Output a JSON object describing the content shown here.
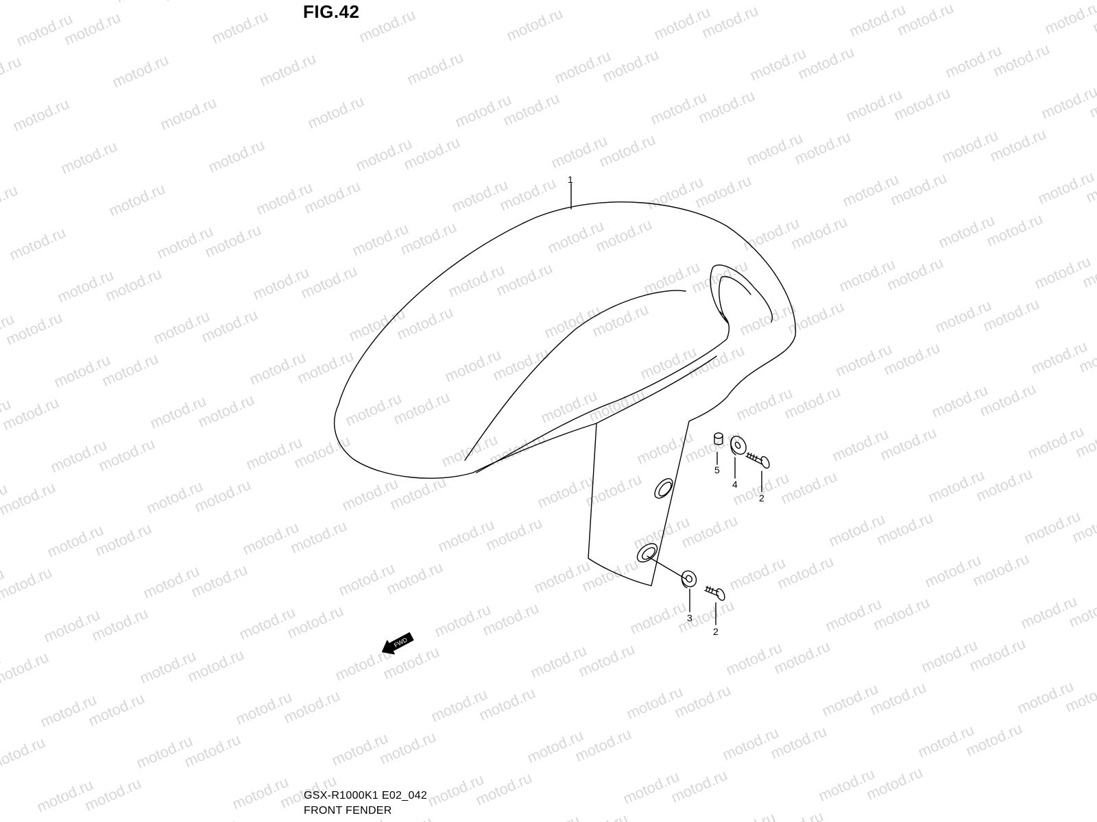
{
  "figure_title": "FIG.42",
  "watermark_text": "motod.ru",
  "parts": {
    "p1": "1",
    "p2a": "2",
    "p2b": "2",
    "p3": "3",
    "p4": "4",
    "p5": "5"
  },
  "fwd_label": "FWD",
  "footer": {
    "model_code": "GSX-R1000K1 E02_042",
    "part_name": "FRONT FENDER"
  },
  "colors": {
    "line": "#000000",
    "watermark": "#d6d6d6",
    "background": "#ffffff"
  }
}
